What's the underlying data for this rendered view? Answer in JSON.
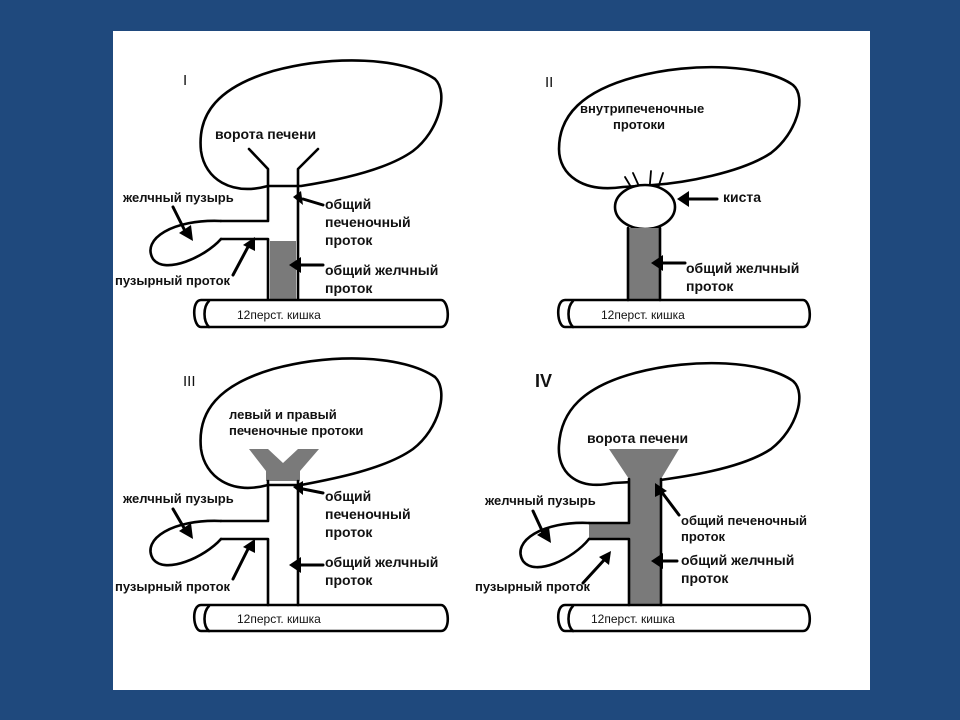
{
  "colors": {
    "background": "#1f497d",
    "panel": "#ffffff",
    "highlight": "#7a7a7a",
    "ink": "#000000"
  },
  "panels": [
    {
      "numeral": "I",
      "labels": {
        "porta": "ворота печени",
        "gallbladder": "желчный пузырь",
        "cystic_duct": "пузырный проток",
        "common_hepatic_1": "общий",
        "common_hepatic_2": "печеночный",
        "common_hepatic_3": "проток",
        "common_bile_1": "общий желчный",
        "common_bile_2": "проток",
        "duodenum": "12перст. кишка"
      }
    },
    {
      "numeral": "II",
      "labels": {
        "intrahepatic_1": "внутрипеченочные",
        "intrahepatic_2": "протоки",
        "cyst": "киста",
        "common_bile_1": "общий желчный",
        "common_bile_2": "проток",
        "duodenum": "12перст. кишка"
      }
    },
    {
      "numeral": "III",
      "labels": {
        "lr_hepatic_1": "левый и правый",
        "lr_hepatic_2": "печеночные протоки",
        "gallbladder": "желчный пузырь",
        "cystic_duct": "пузырный проток",
        "common_hepatic_1": "общий",
        "common_hepatic_2": "печеночный",
        "common_hepatic_3": "проток",
        "common_bile_1": "общий желчный",
        "common_bile_2": "проток",
        "duodenum": "12перст. кишка"
      }
    },
    {
      "numeral": "IV",
      "labels": {
        "porta": "ворота печени",
        "gallbladder": "желчный пузырь",
        "common_hepatic_1": "общий печеночный",
        "common_hepatic_2": "проток",
        "common_bile_1": "общий желчный",
        "common_bile_2": "проток",
        "cystic_duct": "пузырный проток",
        "duodenum": "12перст. кишка"
      }
    }
  ]
}
